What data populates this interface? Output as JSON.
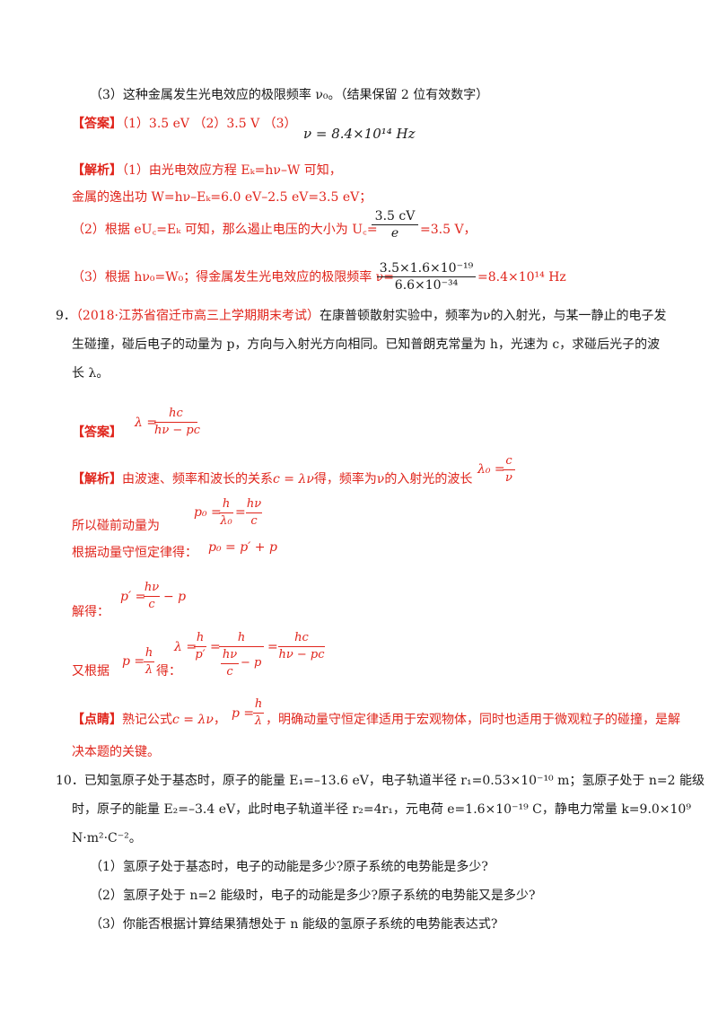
{
  "q8": {
    "part3": "（3）这种金属发生光电效应的极限频率 ν₀。（结果保留 2 位有效数字）",
    "answer_tag": "【答案】",
    "answer_body": "（1）3.5 eV （2）3.5 V （3）",
    "answer_formula": "ν = 8.4×10¹⁴ Hz",
    "analysis_tag": "【解析】",
    "analysis1": "（1）由光电效应方程 Eₖ=hν–W 可知，",
    "analysis2": "金属的逸出功 W=hν–Eₖ=6.0 eV–2.5 eV=3.5 eV；",
    "analysis3a": "（2）根据 eU꜀=Eₖ 可知，那么遏止电压的大小为 U꜀=",
    "analysis3_num": "3.5 cV",
    "analysis3_den": "e",
    "analysis3b": "=3.5 V，",
    "analysis4a": "（3）根据 hν₀=W₀；得金属发生光电效应的极限频率 ν=",
    "analysis4_num": "3.5×1.6×10⁻¹⁹",
    "analysis4_den": "6.6×10⁻³⁴",
    "analysis4b": "=8.4×10¹⁴ Hz"
  },
  "q9": {
    "number": "9．",
    "source": "（2018·江苏省宿迁市高三上学期期末考试）",
    "stem1": "在康普顿散射实验中，频率为ν的入射光，与某一静止的电子发",
    "stem2": "生碰撞，碰后电子的动量为 p，方向与入射光方向相同。已知普朗克常量为 h，光速为 c，求碰后光子的波",
    "stem3": "长 λ。",
    "answer_tag": "【答案】",
    "answer_lhs": "λ =",
    "answer_num": "hc",
    "answer_den": "hν − pc",
    "analysis_tag": "【解析】",
    "analysis1a": "由波速、频率和波长的关系",
    "analysis1_formula": "c = λν",
    "analysis1b": "得，频率为ν的入射光的波长",
    "lambda0_lhs": "λ₀ =",
    "lambda0_num": "c",
    "lambda0_den": "ν",
    "momentum_text": "所以碰前动量为",
    "p0_lhs": "p₀ =",
    "p0_num1": "h",
    "p0_den1": "λ₀",
    "p0_eq": "=",
    "p0_num2": "hν",
    "p0_den2": "c",
    "conservation_text": "根据动量守恒定律得：",
    "conservation_formula": "p₀ = p′ + p",
    "solve_text": "解得：",
    "solve_lhs": "p′ =",
    "solve_num": "hν",
    "solve_den": "c",
    "solve_rest": "− p",
    "again_text": "又根据",
    "again_lhs": "p =",
    "again_num": "h",
    "again_den": "λ",
    "again_de": "得：",
    "final_lhs": "λ =",
    "final_num1": "h",
    "final_den1": "p′",
    "final_eq1": "=",
    "final_num2": "h",
    "final_den2_num": "hν",
    "final_den2_den": "c",
    "final_den2_rest": "− p",
    "final_eq2": "=",
    "final_num3": "hc",
    "final_den3": "hν − pc",
    "tip_tag": "【点睛】",
    "tip1a": "熟记公式",
    "tip1_formula1": "c = λν",
    "tip1_comma": "，",
    "tip1_formula2_lhs": "p =",
    "tip1_formula2_num": "h",
    "tip1_formula2_den": "λ",
    "tip1b": "，明确动量守恒定律适用于宏观物体，同时也适用于微观粒子的碰撞，是解",
    "tip2": "决本题的关键。"
  },
  "q10": {
    "number": "10．",
    "stem1": "已知氢原子处于基态时，原子的能量 E₁=–13.6 eV，电子轨道半径 r₁=0.53×10⁻¹⁰ m；氢原子处于 n=2 能级",
    "stem2": "时，原子的能量 E₂=–3.4 eV，此时电子轨道半径 r₂=4r₁，元电荷 e=1.6×10⁻¹⁹ C，静电力常量 k=9.0×10⁹",
    "stem3": "N·m²·C⁻²。",
    "part1": "（1）氢原子处于基态时，电子的动能是多少?原子系统的电势能是多少?",
    "part2": "（2）氢原子处于 n=2 能级时，电子的动能是多少?原子系统的电势能又是多少?",
    "part3": "（3）你能否根据计算结果猜想处于 n 能级的氢原子系统的电势能表达式?"
  }
}
